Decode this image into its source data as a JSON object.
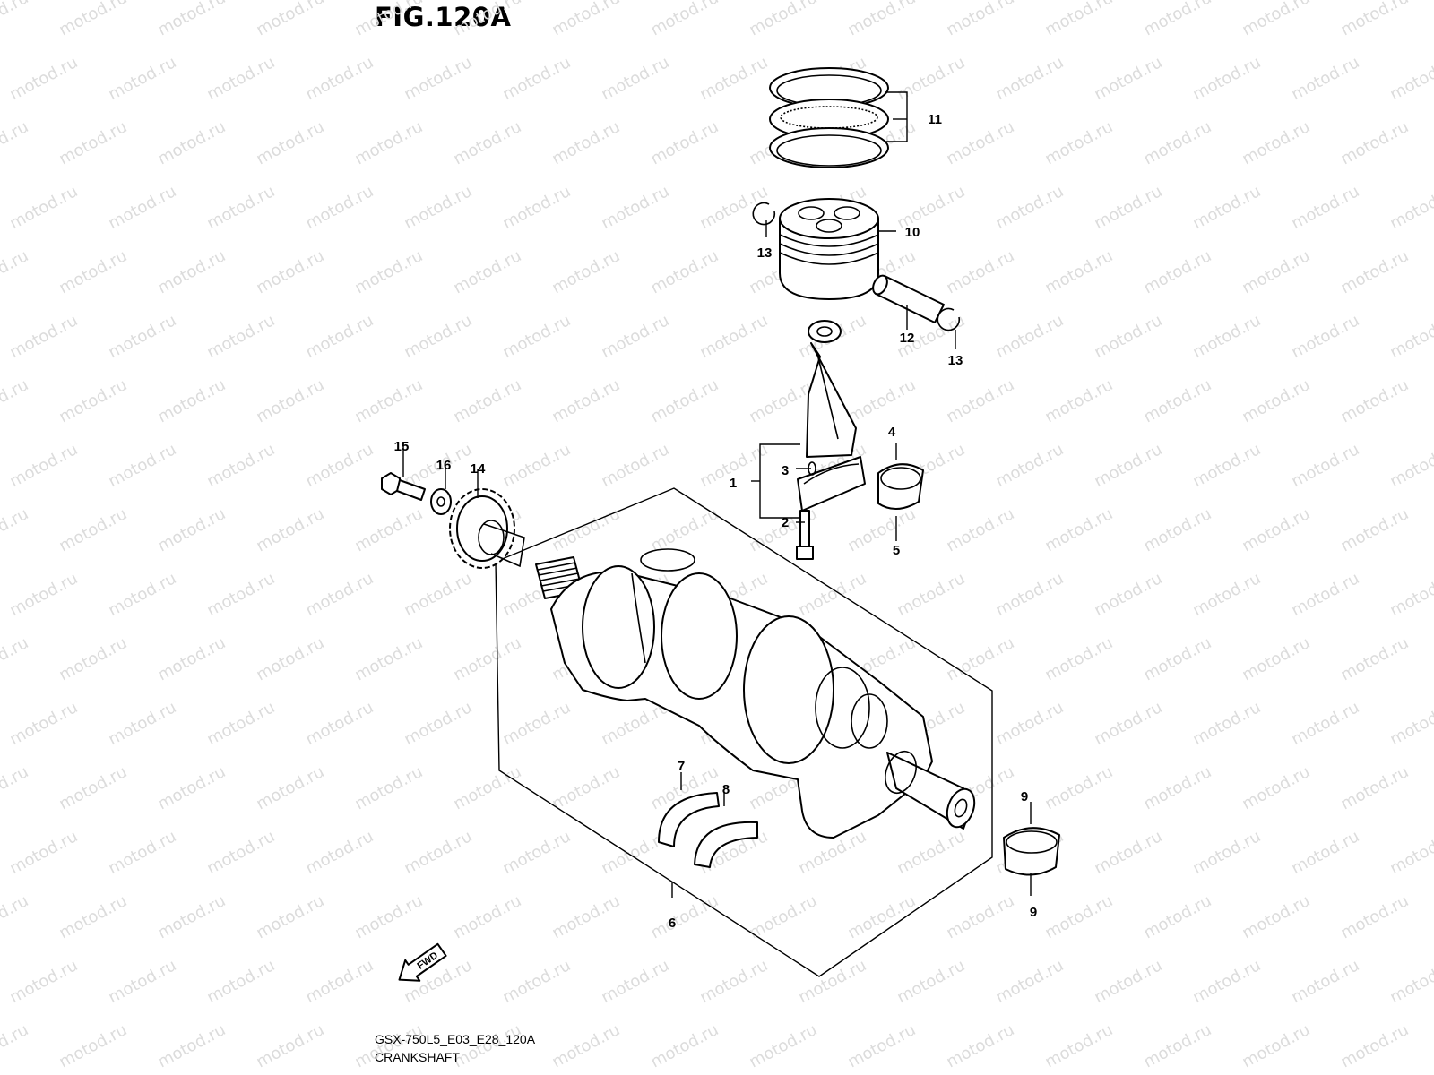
{
  "figure": {
    "title": "FIG.120A",
    "code": "GSX-750L5_E03_E28_120A",
    "name": "CRANKSHAFT",
    "watermark": "motod.ru",
    "fwd_label": "FWD"
  },
  "callouts": [
    "1",
    "2",
    "3",
    "4",
    "5",
    "6",
    "7",
    "8",
    "9",
    "10",
    "11",
    "12",
    "13",
    "14",
    "15",
    "16"
  ],
  "colors": {
    "line": "#000000",
    "watermark": "#dcdcdc",
    "background": "#ffffff"
  }
}
